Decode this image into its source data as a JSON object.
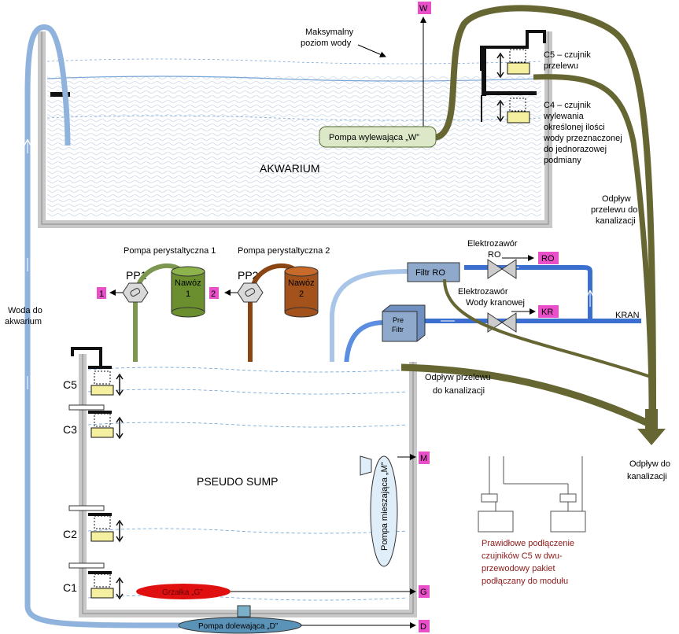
{
  "tanks": {
    "aquarium": "AKWARIUM",
    "sump": "PSEUDO SUMP",
    "max_level": [
      "Maksymalny",
      "poziom wody"
    ]
  },
  "sensors": {
    "c5_top": [
      "C5 – czujnik",
      "przelewu"
    ],
    "c4_top": [
      "C4 – czujnik",
      "wylewania",
      "określonej ilości",
      "wody przeznaczonej",
      "do jednorazowej",
      "podmiany"
    ],
    "sump_labels": [
      "C5",
      "C3",
      "C2",
      "C1"
    ]
  },
  "pumps": {
    "drain": "Pompa wylewająca „W”",
    "peristaltic_1": "Pompa perystaltyczna 1",
    "peristaltic_2": "Pompa perystaltyczna 2",
    "pp1": "PP1",
    "pp2": "PP2",
    "fert_1": [
      "Nawóz",
      "1"
    ],
    "fert_2": [
      "Nawóz",
      "2"
    ],
    "mixing": "Pompa mieszająca „M”",
    "refill": "Pompa dolewająca „D”",
    "heater": "Grzałka „G”"
  },
  "filters": {
    "ro": "Filtr RO",
    "pre": [
      "Pre",
      "Filtr"
    ]
  },
  "valves": {
    "ro_valve": [
      "Elektrozawór",
      "RO"
    ],
    "tap_valve": [
      "Elektrozawór",
      "Wody kranowej"
    ]
  },
  "tags": {
    "W": "W",
    "RO": "RO",
    "KR": "KR",
    "PP1": "1",
    "PP2": "2",
    "M": "M",
    "G": "G",
    "D": "D"
  },
  "flows": {
    "tap": "KRAN",
    "water_to_aquarium": [
      "Woda do",
      "akwarium"
    ],
    "overflow_top": [
      "Odpływ",
      "przelewu do",
      "kanalizacji"
    ],
    "overflow_sump": [
      "Odpływ przelewu",
      "do kanalizacji"
    ],
    "sewer": [
      "Odpływ do",
      "kanalizacji"
    ]
  },
  "note": [
    "Prawidłowe podłączenie",
    "czujników C5 w dwu-",
    "przewodowy pakiet",
    "podłączany do modułu"
  ],
  "colors": {
    "tank_wall": "#c8c8c8",
    "water_line": "#6a9fd4",
    "green_pipe": "#666633",
    "olive_pipe": "#7d9650",
    "brown_pipe": "#8b4513",
    "tap_pipe": "#3a6fd0",
    "light_pipe": "#a9c6e8",
    "refill_pipe": "#8fb3dc",
    "tag_bg": "#e84fc8",
    "sensor_yellow": "#f5f0a0",
    "heater_red": "#e01010",
    "note_red": "#8b1a1a"
  }
}
